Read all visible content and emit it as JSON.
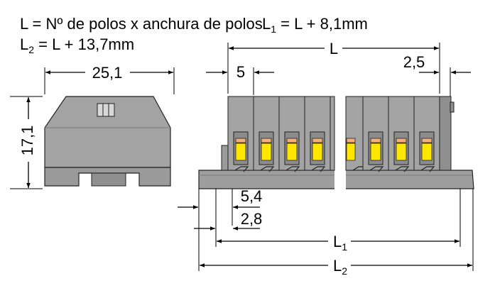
{
  "formula": {
    "line1": "L = Nº de polos x anchura de polos",
    "l1_label": "L",
    "l1_sub": "1",
    "l1_rest": " = L + 8,1mm",
    "l2_label": "L",
    "l2_sub": "2",
    "l2_rest": " = L + 13,7mm"
  },
  "side_view": {
    "width_label": "25,1",
    "height_label": "17,1"
  },
  "front_view": {
    "L_label": "L",
    "pitch_label": "5",
    "offset_label": "2,5",
    "dim_54": "5,4",
    "dim_28": "2,8",
    "L1_label": "L",
    "L1_sub": "1",
    "L2_label": "L",
    "L2_sub": "2"
  },
  "colors": {
    "body_gray": "#a3a3a3",
    "body_dark": "#8c8c8c",
    "clamp_yellow": "#ffe600",
    "clamp_orange": "#f5b07a"
  }
}
